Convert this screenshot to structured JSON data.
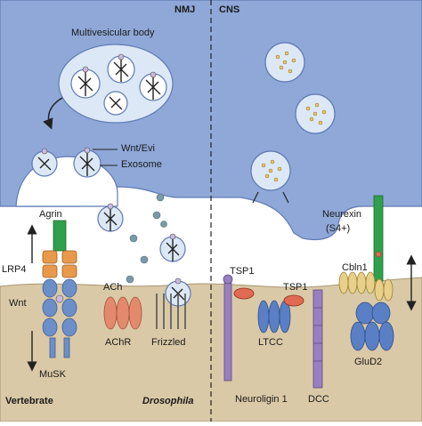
{
  "regions": {
    "left": "NMJ",
    "right": "CNS"
  },
  "vesicle_labels": {
    "mvb": "Multivesicular body",
    "wnt_evi": "Wnt/Evi",
    "exosome": "Exosome"
  },
  "left_labels": {
    "agrin": "Agrin",
    "lrp4": "LRP4",
    "wnt": "Wnt",
    "musk": "MuSK",
    "ach": "ACh",
    "achr": "AChR",
    "frizzled": "Frizzled",
    "vertebrate": "Vertebrate",
    "drosophila": "Drosophila"
  },
  "right_labels": {
    "neurexin": "Neurexin",
    "neurexin_sub": "(S4+)",
    "tsp1_a": "TSP1",
    "tsp1_b": "TSP1",
    "cbln1": "Cbln1",
    "ltcc": "LTCC",
    "neuroligin": "Neuroligin 1",
    "dcc": "DCC",
    "glud2": "GluD2"
  },
  "colors": {
    "presynaptic": "#8fa8d8",
    "presynaptic_dark": "#7590c8",
    "postsynaptic": "#d9c9a6",
    "vesicle": "#dce8f5",
    "agrin": "#2fa04c",
    "lrp4": "#e89a4a",
    "musk": "#6d8fc9",
    "achr": "#e38a6e",
    "tsp1": "#e06a52",
    "cbln1": "#e8d08a",
    "glud2": "#5a7fc4",
    "neuroligin": "#9a7fc0"
  }
}
